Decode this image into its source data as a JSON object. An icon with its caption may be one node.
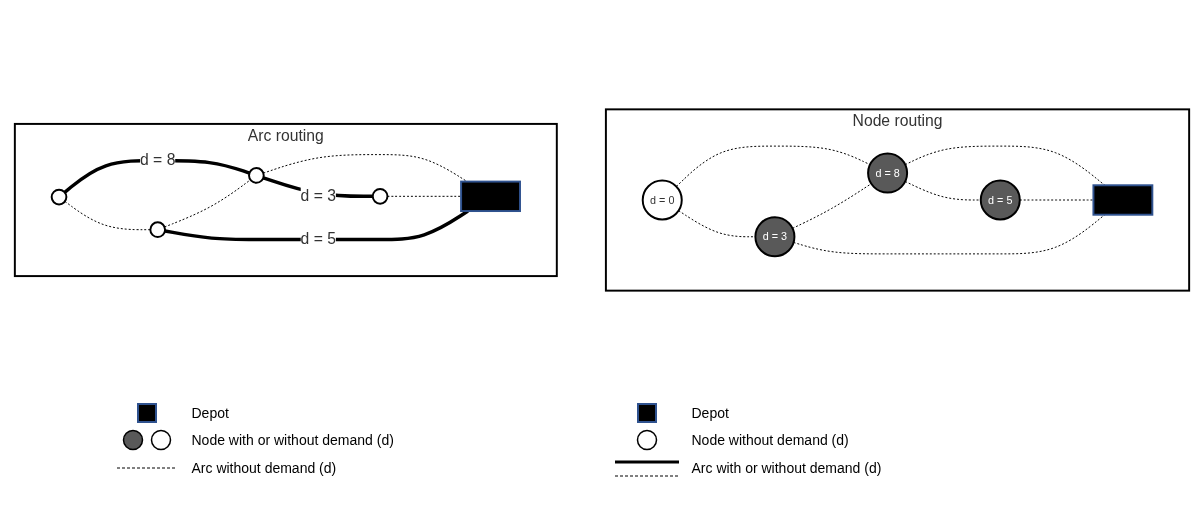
{
  "diagram": {
    "nodes": [
      {
        "text": [
          "Node routing"
        ]
      },
      {
        "text": [
          "d = 0"
        ],
        "in": 0
      },
      {
        "text": [
          "d = 8"
        ],
        "in": 0
      },
      {
        "text": [
          "d = 5"
        ],
        "in": 0
      },
      {
        "text": [
          "d = 3"
        ],
        "in": 0
      },
      {
        "text": [],
        "shape": "box",
        "in": 0
      },
      {
        "text": [
          "Arc routing"
        ]
      },
      {
        "text": [],
        "shape": "circle",
        "in": 6
      },
      {
        "text": [],
        "shape": "circle",
        "in": 6
      },
      {
        "text": [],
        "shape": "circle",
        "in": 6
      },
      {
        "text": [],
        "shape": "circle",
        "in": 6
      },
      {
        "text": [],
        "shape": "box",
        "in": 6
      }
    ],
    "edges": [
      {
        "from": 1,
        "to": 2,
        "arrow": "none",
        "style": "dashed"
      },
      {
        "from": 1,
        "to": 4,
        "arrow": "none",
        "style": "dashed"
      },
      {
        "from": 4,
        "to": 2,
        "arrow": "none",
        "style": "dashed"
      },
      {
        "from": 2,
        "to": 5,
        "arrow": "none",
        "style": "dashed"
      },
      {
        "from": 2,
        "to": 3,
        "arrow": "none",
        "style": "dashed"
      },
      {
        "from": 3,
        "to": 5,
        "arrow": "none",
        "style": "dashed"
      },
      {
        "from": 4,
        "to": 5,
        "arrow": "none",
        "style": "dashed"
      },
      {
        "from": 7,
        "to": 8,
        "arrow": "none",
        "style": "thick",
        "label": "d = 8"
      },
      {
        "from": 8,
        "to": 9,
        "arrow": "none",
        "style": "thick",
        "label": "d = 3"
      },
      {
        "from": 7,
        "to": 10,
        "arrow": "none",
        "style": "dashed"
      },
      {
        "from": 10,
        "to": 8,
        "arrow": "none",
        "style": "dashed"
      },
      {
        "from": 8,
        "to": 11,
        "arrow": "none",
        "style": "dashed"
      },
      {
        "from": 9,
        "to": 11,
        "arrow": "none",
        "style": "dashed"
      },
      {
        "from": 10,
        "to": 11,
        "arrow": "none",
        "style": "thick",
        "label": "d = 5"
      }
    ],
    "legend": [
      {
        "text": "Depot"
      },
      {
        "text": "Node with or without demand (d)"
      },
      {
        "text": "Arc without demand (d)"
      },
      {
        "text": "Depot"
      },
      {
        "text": "Node without demand (d)"
      },
      {
        "text": "Arc with or without demand (d)"
      }
    ]
  }
}
